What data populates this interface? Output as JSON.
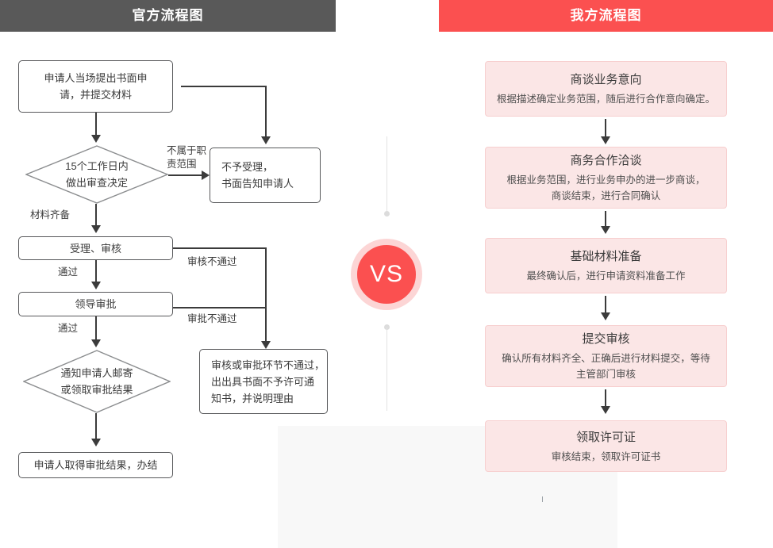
{
  "headers": {
    "left": "官方流程图",
    "right": "我方流程图"
  },
  "vs": {
    "label": "VS"
  },
  "official_flow": {
    "nodes": [
      {
        "id": "apply",
        "text": "申请人当场提出书面申\n请，并提交材料"
      },
      {
        "id": "review-15",
        "text": "15个工作日内\n做出审查决定"
      },
      {
        "id": "reject",
        "text": "不予受理，\n书面告知申请人"
      },
      {
        "id": "accept",
        "text": "受理、审核"
      },
      {
        "id": "leader",
        "text": "领导审批"
      },
      {
        "id": "notify",
        "text": "通知申请人邮寄\n或领取审批结果"
      },
      {
        "id": "done",
        "text": "申请人取得审批结果，办结"
      },
      {
        "id": "fail-note",
        "text": "审核或审批环节不通过，\n出出具书面不予许可通\n知书，并说明理由"
      }
    ],
    "edge_labels": [
      {
        "id": "out-of-scope",
        "text": "不属于职\n责范围"
      },
      {
        "id": "materials-ok",
        "text": "材料齐备"
      },
      {
        "id": "pass-1",
        "text": "通过"
      },
      {
        "id": "pass-2",
        "text": "通过"
      },
      {
        "id": "review-fail",
        "text": "审核不通过"
      },
      {
        "id": "approve-fail",
        "text": "审批不通过"
      }
    ]
  },
  "our_flow": {
    "cards": [
      {
        "id": "intent",
        "title": "商谈业务意向",
        "desc": "根据描述确定业务范围，随后进行合作意向确定。"
      },
      {
        "id": "talks",
        "title": "商务合作洽谈",
        "desc": "根据业务范围，进行业务申办的进一步商谈，\n商谈结束，进行合同确认"
      },
      {
        "id": "prepare",
        "title": "基础材料准备",
        "desc": "最终确认后，进行申请资料准备工作"
      },
      {
        "id": "submit",
        "title": "提交审核",
        "desc": "确认所有材料齐全、正确后进行材料提交，等待\n主管部门审核"
      },
      {
        "id": "license",
        "title": "领取许可证",
        "desc": "审核结束，领取许可证书"
      }
    ]
  },
  "colors": {
    "header_left_bg": "#595959",
    "header_right_bg": "#fb5050",
    "card_bg": "#fbe6e6",
    "card_border": "#f7cfcf",
    "vs_circle": "#fb5050",
    "vs_ring": "#fcd5d5",
    "node_border": "#58595b",
    "grey_panel": "#f8f8f8"
  }
}
